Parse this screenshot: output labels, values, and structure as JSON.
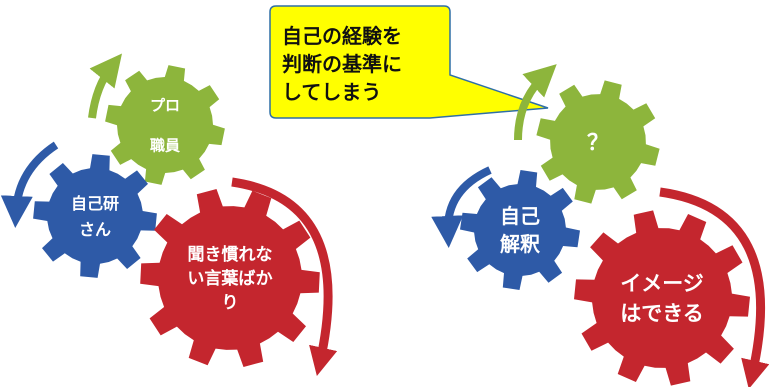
{
  "callout": {
    "lines": [
      "自己の経験を",
      "判断の基準に",
      "してしまう"
    ],
    "fill": "#ffff00",
    "stroke": "#2f6fa6"
  },
  "colors": {
    "green": "#8db53c",
    "blue": "#2e5aa7",
    "red": "#c4262e",
    "text": "#ffffff"
  },
  "left_group": {
    "green_gear": [
      "プロ",
      "職員"
    ],
    "blue_gear": [
      "自己研",
      "さん"
    ],
    "red_gear": [
      "聞き慣れな",
      "い言葉ばか",
      "り"
    ]
  },
  "right_group": {
    "green_gear": [
      "？"
    ],
    "blue_gear": [
      "自己",
      "解釈"
    ],
    "red_gear": [
      "イメージ",
      "はできる"
    ]
  }
}
